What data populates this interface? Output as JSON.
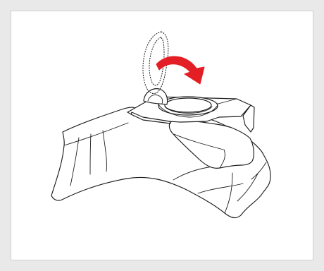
{
  "diagram": {
    "accent_color": "#e31e24",
    "line_color": "#1d1d1d",
    "background_color": "#ffffff",
    "frame_color": "#e9e9e9",
    "icons": [
      "bag-outline",
      "top-plate",
      "circular-opening",
      "lift-tab",
      "dotted-tab-position",
      "rotate-arrow-icon"
    ]
  }
}
